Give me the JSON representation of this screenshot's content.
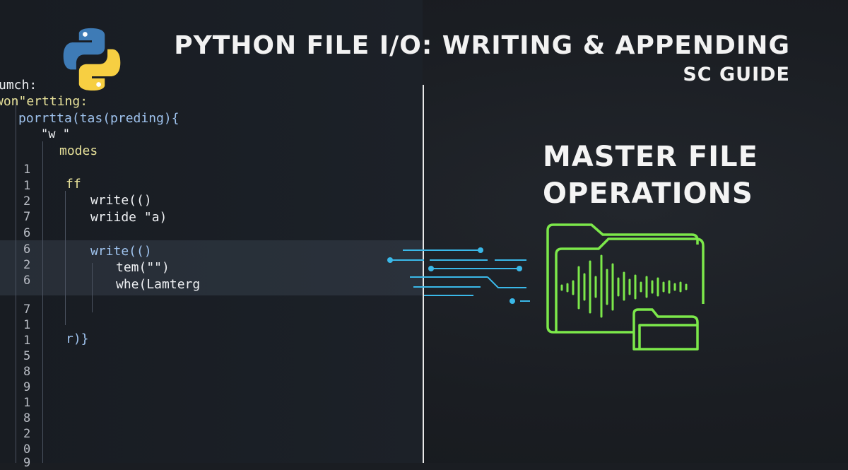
{
  "header": {
    "title": "PYTHON FILE I/O:  WRITING & APPENDING",
    "subtitle": "SC GUIDE"
  },
  "headline": {
    "line1": "MASTER FILE",
    "line2": "OPERATIONS"
  },
  "code_lines": {
    "l1": "umch:",
    "l2": "won\"ertting:",
    "l3": "porrtta(tas(preding){",
    "l4": "\"w \"",
    "l5": "modes",
    "l6": "ff",
    "l7": "write(()",
    "l8": "wriide \"a)",
    "l9": "write(()",
    "l10": "tem(\"\")",
    "l11": "whe(Lamterg",
    "l12": "r)}"
  },
  "line_numbers": [
    "1",
    "1",
    "2",
    "7",
    "6",
    "6",
    "2",
    "6",
    "7",
    "1",
    "1",
    "5",
    "8",
    "9",
    "1",
    "8",
    "2",
    "0",
    "9"
  ],
  "icons": {
    "logo": "python-logo",
    "folder": "audio-folder-icon",
    "connectors": "circuit-lines-icon"
  },
  "colors": {
    "accent_green": "#7CE84A",
    "accent_cyan": "#3AB8E8",
    "python_blue": "#3E7BB6",
    "python_yellow": "#F7CF42"
  }
}
